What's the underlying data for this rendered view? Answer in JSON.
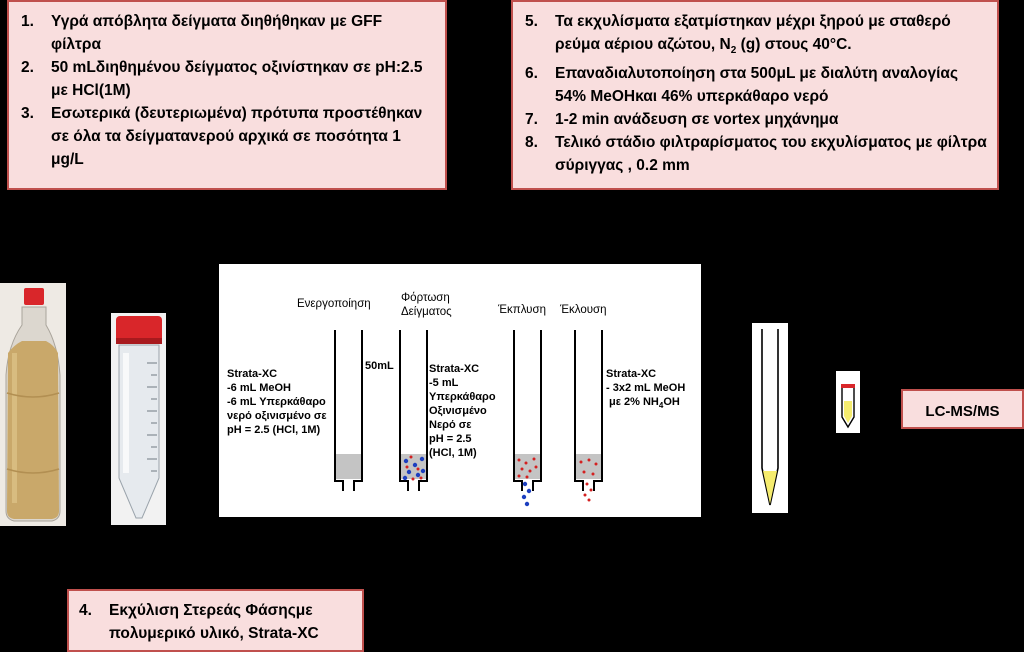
{
  "left_box": {
    "steps": [
      {
        "num": "1.",
        "text": "Υγρά απόβλητα δείγματα διηθήθηκαν  με GFF φίλτρα"
      },
      {
        "num": "2.",
        "text": "50 mLδιηθημένου δείγματος οξινίστηκαν σε pH:2.5 με HCl(1M)"
      },
      {
        "num": "3.",
        "text": "Εσωτερικά (δευτεριωμένα) πρότυπα προστέθηκαν σε όλα τα δείγματανερού αρχικά σε ποσότητα 1 μg/L"
      }
    ]
  },
  "right_box": {
    "step5": {
      "num": "5.",
      "text_a": "Τα εκχυλίσματα εξατμίστηκαν μέχρι ξηρού με σταθερό ρεύμα αέριου αζώτου, N",
      "sub": "2",
      "text_b": " (g) στους 40°C."
    },
    "steps": [
      {
        "num": "6.",
        "text": "Επαναδιαλυτοποίηση στα 500μL με διαλύτη αναλογίας 54% MeOHκαι 46% υπερκάθαρο νερό"
      },
      {
        "num": "7.",
        "text": "1-2 min ανάδευση σε vortex  μηχάνημα"
      },
      {
        "num": "8.",
        "text": "Τελικό στάδιο φιλτραρίσματος του εκχυλίσματος με φίλτρα σύριγγας , 0.2 mm"
      }
    ]
  },
  "bottom_box": {
    "num": "4.",
    "text": "Εκχύλιση Στερεάς Φάσηςμε πολυμερικό υλικό, Strata-XC"
  },
  "lcms_label": "LC-MS/MS",
  "scheme": {
    "headings": {
      "activation": "Ενεργοποίηση",
      "loading_1": "Φόρτωση",
      "loading_2": "Δείγματος",
      "wash": "Έκπλυση",
      "elution": "Έκλουση"
    },
    "volume_label": "50mL",
    "activation_conditions": [
      "Strata-XC",
      "-6 mL MeOH",
      "-6 mL Υπερκάθαρο",
      "νερό οξινισμένο σε",
      "pH = 2.5 (HCl, 1M)"
    ],
    "loading_conditions": [
      "Strata-XC",
      "-5 mL",
      "Υπερκάθαρο",
      "Οξινισμένο",
      "Νερό σε",
      "pH = 2.5",
      "(HCl, 1M)"
    ],
    "elution_conditions": {
      "line1": "Strata-XC",
      "line2": "- 3x2 mL MeOH",
      "line3_a": "με 2% NH",
      "line3_sub": "4",
      "line3_b": "OH"
    }
  },
  "colors": {
    "box_fill": "#f9dede",
    "box_border": "#c0504d",
    "sample_liquid": "#c9a86a",
    "bottle_cap": "#d9262a",
    "vial_liquid": "#f5ec6e",
    "analyte_red": "#d42020",
    "analyte_blue": "#1c3fbf",
    "sorbent_gray": "#c4c4c4"
  }
}
